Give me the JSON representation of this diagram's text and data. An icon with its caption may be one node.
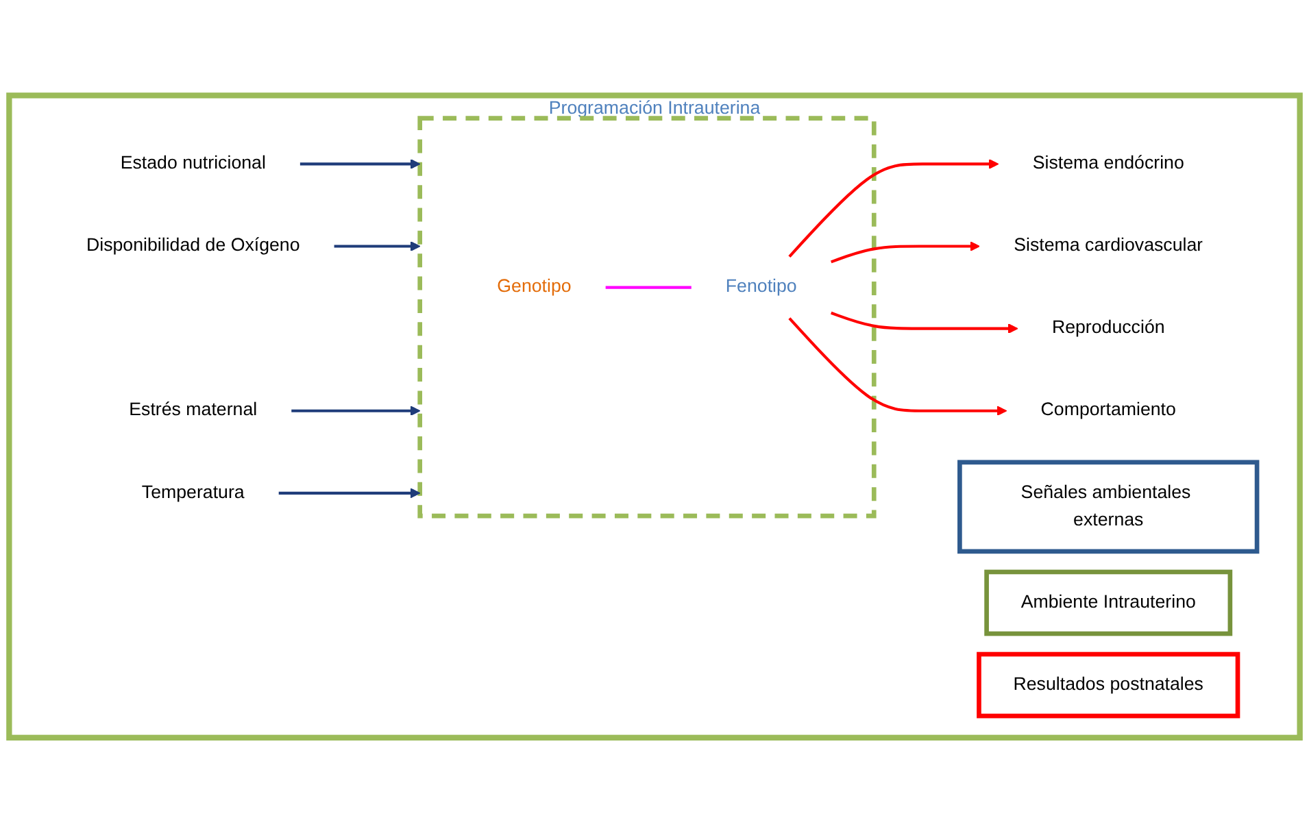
{
  "diagram": {
    "nodes": [
      {
        "text": [
          "Programación Intrauterina"
        ]
      },
      {
        "text": [
          "Señales ambientales externas"
        ],
        "in": 0
      },
      {
        "text": [
          "Ambiente Intrauterino"
        ],
        "in": 0
      },
      {
        "text": [
          "Resultados postnatales"
        ],
        "in": 0
      },
      {
        "text": [],
        "shape": "box",
        "in": 0
      },
      {
        "text": [
          "Genotipo"
        ],
        "in": 4
      },
      {
        "text": [
          "Fenotipo"
        ],
        "in": 4
      },
      {
        "text": [
          "Estado nutricional"
        ],
        "in": 0
      },
      {
        "text": [
          "Disponibilidad de Oxígeno"
        ],
        "in": 0
      },
      {
        "text": [
          "Estrés maternal"
        ],
        "in": 0
      },
      {
        "text": [
          "Temperatura"
        ],
        "in": 0
      },
      {
        "text": [
          "Sistema endócrino"
        ],
        "in": 0
      },
      {
        "text": [
          "Sistema cardiovascular"
        ],
        "in": 0
      },
      {
        "text": [
          "Reproducción"
        ],
        "in": 0
      },
      {
        "text": [
          "Comportamiento"
        ],
        "in": 0
      }
    ],
    "edges": [
      {
        "from": 7,
        "to": 4,
        "arrow": "to",
        "color": "#1f3c7a"
      },
      {
        "from": 8,
        "to": 4,
        "arrow": "to",
        "color": "#1f3c7a"
      },
      {
        "from": 9,
        "to": 4,
        "arrow": "to",
        "color": "#1f3c7a"
      },
      {
        "from": 10,
        "to": 4,
        "arrow": "to",
        "color": "#1f3c7a"
      },
      {
        "from": 5,
        "to": 6,
        "arrow": "none",
        "color": "#ff00ff"
      },
      {
        "from": 6,
        "to": 11,
        "arrow": "to",
        "color": "#ff0000"
      },
      {
        "from": 6,
        "to": 12,
        "arrow": "to",
        "color": "#ff0000"
      },
      {
        "from": 6,
        "to": 13,
        "arrow": "to",
        "color": "#ff0000"
      },
      {
        "from": 6,
        "to": 14,
        "arrow": "to",
        "color": "#ff0000"
      }
    ]
  }
}
